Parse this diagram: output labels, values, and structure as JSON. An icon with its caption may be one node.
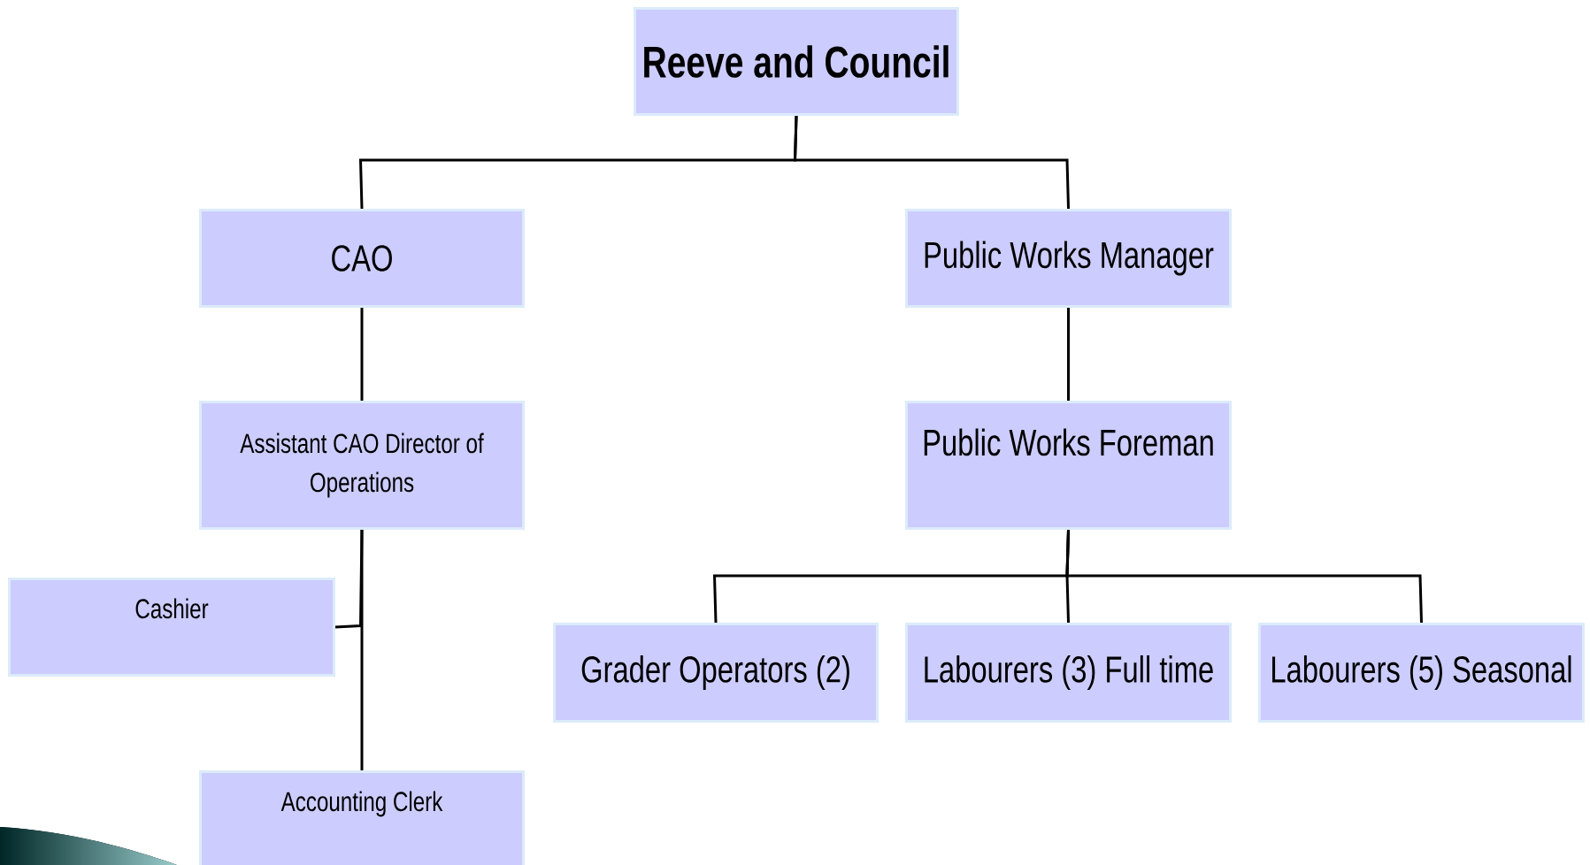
{
  "diagram": {
    "nodes": [
      {
        "text": [
          "Reeve and Council"
        ]
      },
      {
        "text": [
          "CAO"
        ]
      },
      {
        "text": [
          "Public Works Manager"
        ]
      },
      {
        "text": [
          "Assistant CAO Director of Operations"
        ]
      },
      {
        "text": [
          "Public Works Foreman"
        ]
      },
      {
        "text": [
          "Cashier"
        ]
      },
      {
        "text": [
          "Accounting Clerk"
        ]
      },
      {
        "text": [
          "Grader Operators (2)"
        ]
      },
      {
        "text": [
          "Labourers (3) Full time"
        ]
      },
      {
        "text": [
          "Labourers (5) Seasonal"
        ]
      }
    ],
    "edges": [
      {
        "from": 0,
        "to": 1,
        "arrow": "none"
      },
      {
        "from": 0,
        "to": 2,
        "arrow": "none"
      },
      {
        "from": 1,
        "to": 3,
        "arrow": "none"
      },
      {
        "from": 2,
        "to": 4,
        "arrow": "none"
      },
      {
        "from": 3,
        "to": 5,
        "arrow": "none"
      },
      {
        "from": 3,
        "to": 6,
        "arrow": "none"
      },
      {
        "from": 4,
        "to": 7,
        "arrow": "none"
      },
      {
        "from": 4,
        "to": 8,
        "arrow": "none"
      },
      {
        "from": 4,
        "to": 9,
        "arrow": "none"
      }
    ]
  }
}
